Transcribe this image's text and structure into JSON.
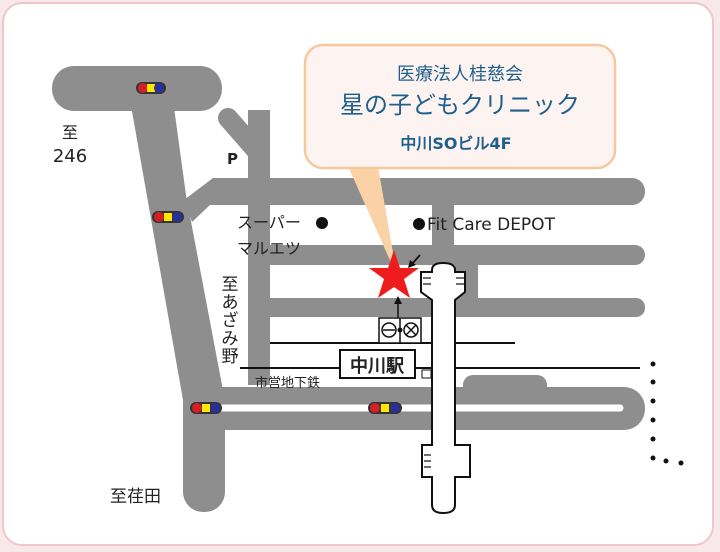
{
  "bubble": {
    "org": "医療法人桂慈会",
    "clinic": "星の子どもクリニック",
    "building": "中川SOビル4F"
  },
  "labels": {
    "to_246_a": "至",
    "to_246_b": "246",
    "parking": "P",
    "super_a": "スーパー",
    "super_b": "マルエツ",
    "fitcare": "Fit Care DEPOT",
    "azamino": [
      "至",
      "あ",
      "ざ",
      "み",
      "野"
    ],
    "station": "中川駅",
    "subway": "市営地下鉄",
    "to_eda": "至荏田"
  },
  "colors": {
    "road": "#8e8e8e",
    "star": "#ee1c1c",
    "bubble_fill": "#fdf4f2",
    "bubble_border": "#f7c89e",
    "text_blue": "#1f5f8c"
  }
}
